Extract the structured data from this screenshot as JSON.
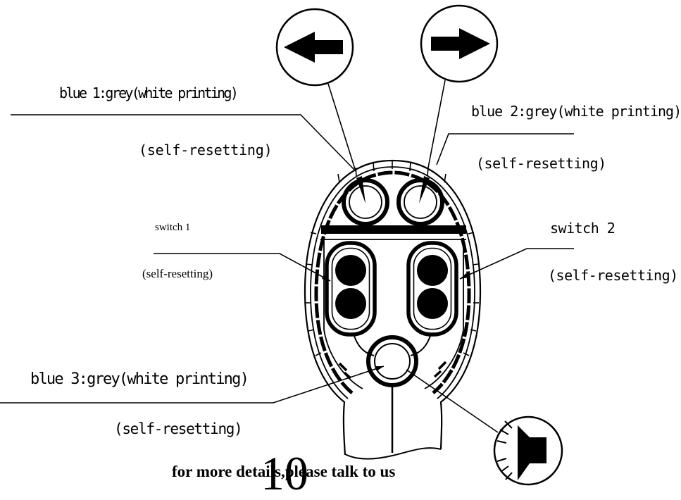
{
  "labels": {
    "blue1": {
      "text": "blue 1:grey(white printing)",
      "sub": "(self-resetting)"
    },
    "blue2": {
      "text": "blue 2:grey(white printing)",
      "sub": "(self-resetting)"
    },
    "blue3": {
      "text": "blue 3:grey(white printing)",
      "sub": "(self-resetting)"
    },
    "switch1": {
      "text": "switch 1",
      "sub": "(self-resetting)"
    },
    "switch2": {
      "text": "switch 2",
      "sub": "(self-resetting)"
    }
  },
  "footer": {
    "note": "for more details,please talk to us",
    "page_number": "10"
  },
  "icons": {
    "left_arrow": "left-arrow",
    "right_arrow": "right-arrow",
    "speaker": "speaker"
  },
  "colors": {
    "ink": "#000000",
    "paper": "#ffffff"
  }
}
